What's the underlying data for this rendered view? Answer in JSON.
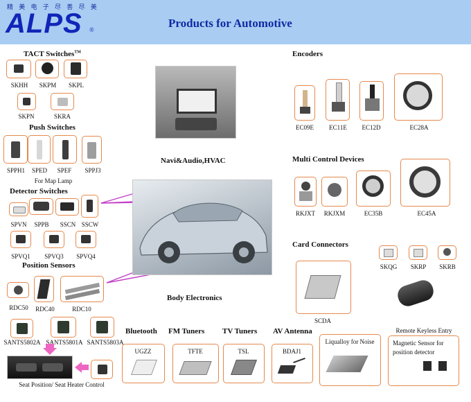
{
  "header": {
    "logo_tagline": "精 美 电 子   尽 善 尽 美",
    "logo": "ALPS",
    "logo_reg": "®",
    "title": "Products for Automotive"
  },
  "sections": {
    "tact": "TACT Switches",
    "tact_sup": "TM",
    "push": "Push Switches",
    "detector": "Detector Switches",
    "position": "Position Sensors",
    "encoders": "Encoders",
    "multi": "Multi Control Devices",
    "card": "Card Connectors",
    "navi": "Navi&Audio,HVAC",
    "body": "Body Electronics",
    "bluetooth": "Bluetooth",
    "fm": "FM Tuners",
    "tv": "TV Tuners",
    "av": "AV Antenna"
  },
  "labels": {
    "skhh": "SKHH",
    "skpm": "SKPM",
    "skpl": "SKPL",
    "skpn": "SKPN",
    "skra": "SKRA",
    "spph1": "SPPH1",
    "sped": "SPED",
    "spef": "SPEF",
    "sppj3": "SPPJ3",
    "map_lamp": "For Map Lamp",
    "spvn": "SPVN",
    "sppb": "SPPB",
    "sscn": "SSCN",
    "sscw": "SSCW",
    "spvq1": "SPVQ1",
    "spvq3": "SPVQ3",
    "spvq4": "SPVQ4",
    "rdc50": "RDC50",
    "rdc40": "RDC40",
    "rdc10": "RDC10",
    "sants5802a": "SANTS5802A",
    "sants5801a": "SANTS5801A",
    "sants5803a": "SANTS5803A",
    "seat": "Seat Position/ Seat Heater Control",
    "ec09e": "EC09E",
    "ec11e": "EC11E",
    "ec12d": "EC12D",
    "ec28a": "EC28A",
    "rkjxt": "RKJXT",
    "rkjxm": "RKJXM",
    "ec35b": "EC35B",
    "ec45a": "EC45A",
    "skqg": "SKQG",
    "skrp": "SKRP",
    "skrb": "SKRB",
    "scda": "SCDA",
    "keyless": "Remote Keyless Entry",
    "ugzz": "UGZZ",
    "tfte": "TFTE",
    "tsl": "TSL",
    "bdaj1": "BDAJ1",
    "liqualloy": "Liqualloy for Noise",
    "magnetic": "Magnetic Sensor for position detector"
  },
  "colors": {
    "header_bg": "#a9cdf2",
    "title": "#0f2aa5",
    "box_border": "#e5894c",
    "pointer_lines": "#c23cc8"
  }
}
